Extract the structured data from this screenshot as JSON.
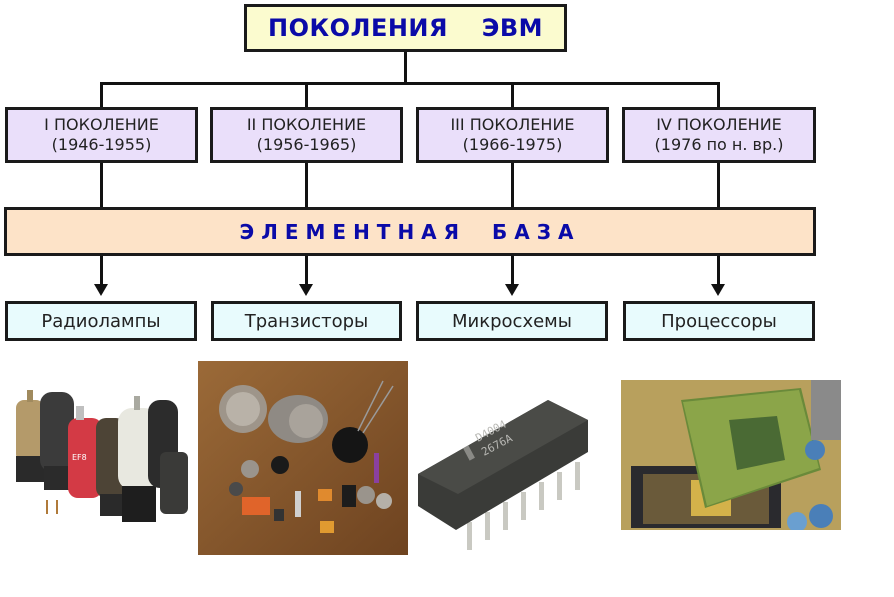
{
  "diagram": {
    "title": "ПОКОЛЕНИЯ  ЭВМ",
    "generations": [
      {
        "label": "I ПОКОЛЕНИЕ",
        "period": "(1946-1955)"
      },
      {
        "label": "II ПОКОЛЕНИЕ",
        "period": "(1956-1965)"
      },
      {
        "label": "III ПОКОЛЕНИЕ",
        "period": "(1966-1975)"
      },
      {
        "label": "IV ПОКОЛЕНИЕ",
        "period": "(1976 по н. вр.)"
      }
    ],
    "base_label": "ЭЛЕМЕНТНАЯ БАЗА",
    "elements": [
      {
        "label": "Радиолампы",
        "image": "vacuum-tubes-photo"
      },
      {
        "label": "Транзисторы",
        "image": "transistors-photo"
      },
      {
        "label": "Микросхемы",
        "image": "integrated-circuit-photo"
      },
      {
        "label": "Процессоры",
        "image": "processor-photo"
      }
    ],
    "chip_marking": [
      "D4004",
      "2676A"
    ]
  },
  "colors": {
    "title_bg": "#fbfbcf",
    "title_text": "#0a0aa8",
    "generation_bg": "#eadffa",
    "base_bg": "#fde3c8",
    "element_bg": "#e8fbfd",
    "border": "#1a1a1a"
  }
}
